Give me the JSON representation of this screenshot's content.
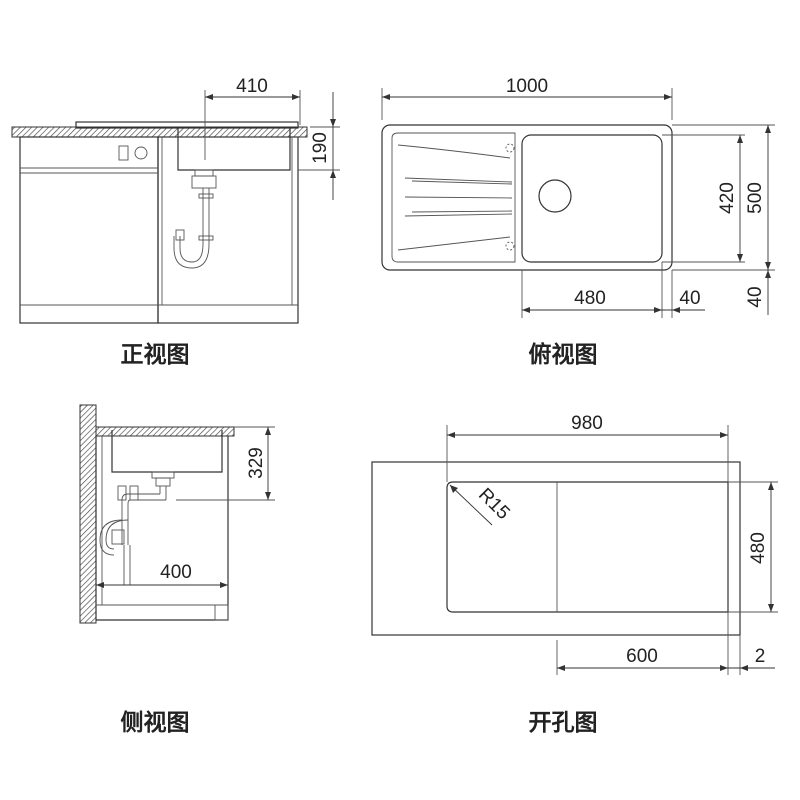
{
  "views": {
    "front": {
      "caption": "正视图",
      "dims": {
        "width_410": "410",
        "height_190": "190"
      }
    },
    "top": {
      "caption": "俯视图",
      "dims": {
        "w1000": "1000",
        "w480": "480",
        "w40_bottom": "40",
        "h420": "420",
        "h500": "500",
        "h40_right": "40"
      }
    },
    "side": {
      "caption": "侧视图",
      "dims": {
        "h329": "329",
        "w400": "400"
      }
    },
    "cutout": {
      "caption": "开孔图",
      "dims": {
        "w980": "980",
        "r15": "R15",
        "h480": "480",
        "w600": "600",
        "w2": "2"
      }
    }
  }
}
